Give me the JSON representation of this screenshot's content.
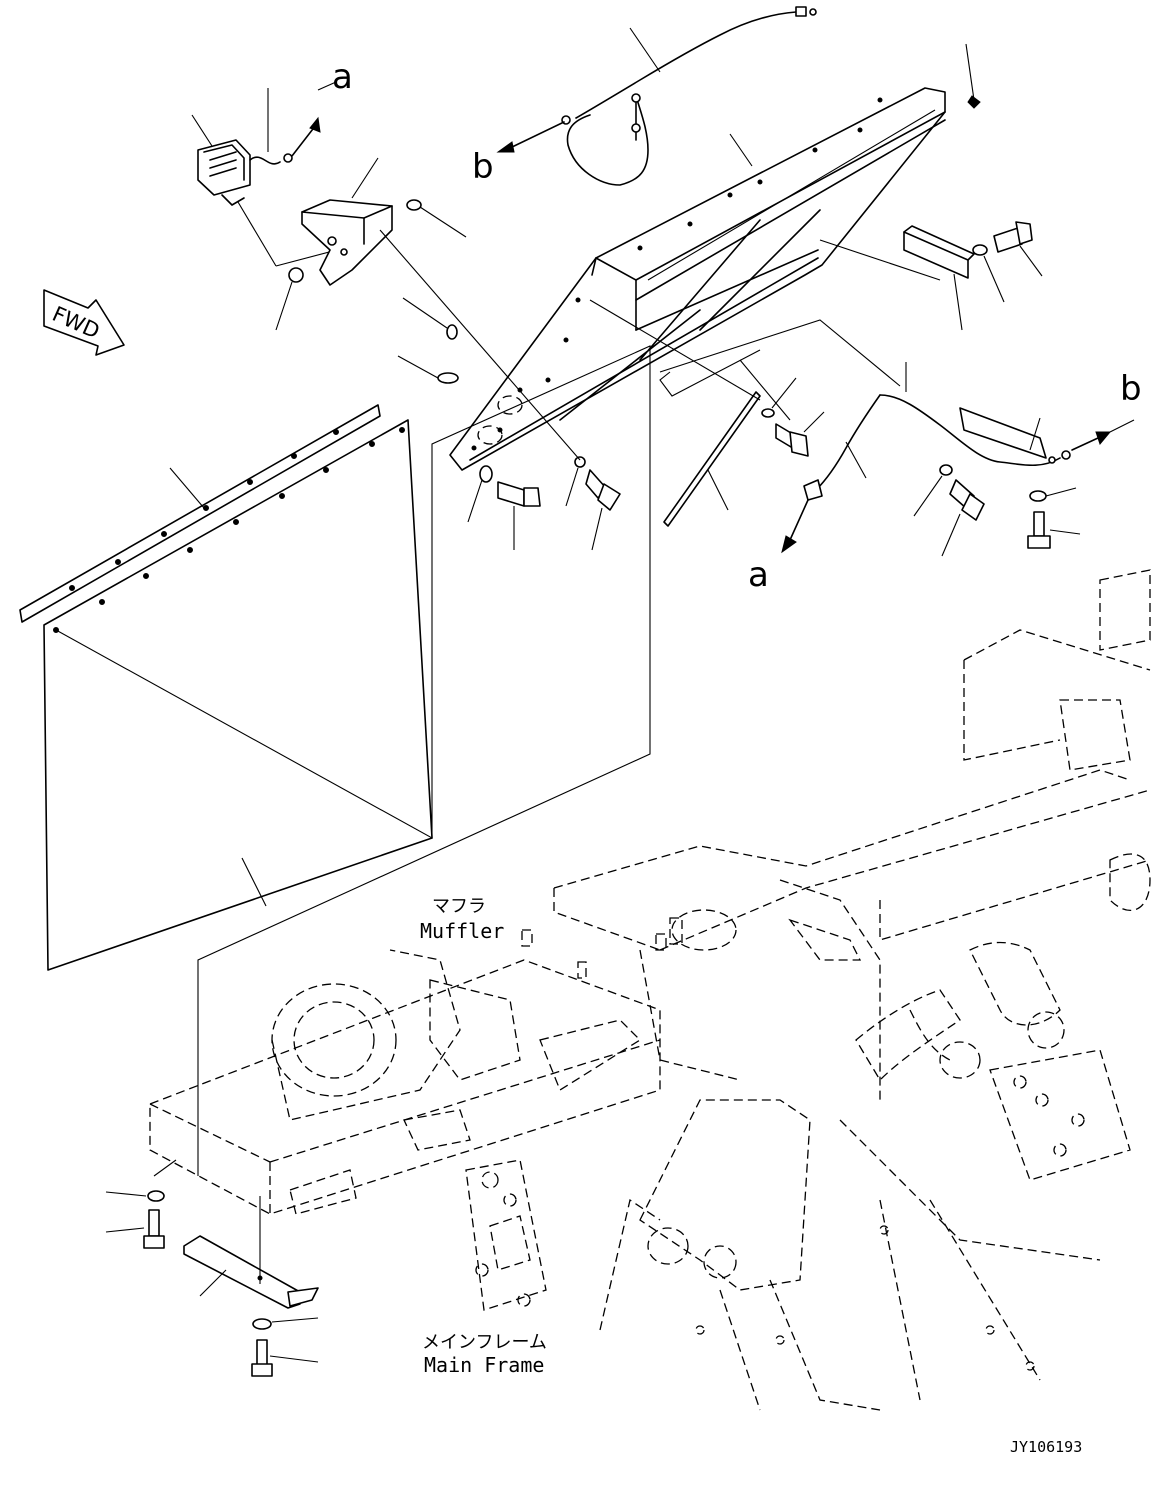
{
  "labels": {
    "fwd": "FWD",
    "callout_a_top": "a",
    "callout_a_bottom": "a",
    "callout_b_left": "b",
    "callout_b_right": "b",
    "muffler_jp": "マフラ",
    "muffler_en": "Muffler",
    "main_frame_jp": "メインフレーム",
    "main_frame_en": "Main Frame",
    "drawing_id": "JY106193"
  }
}
